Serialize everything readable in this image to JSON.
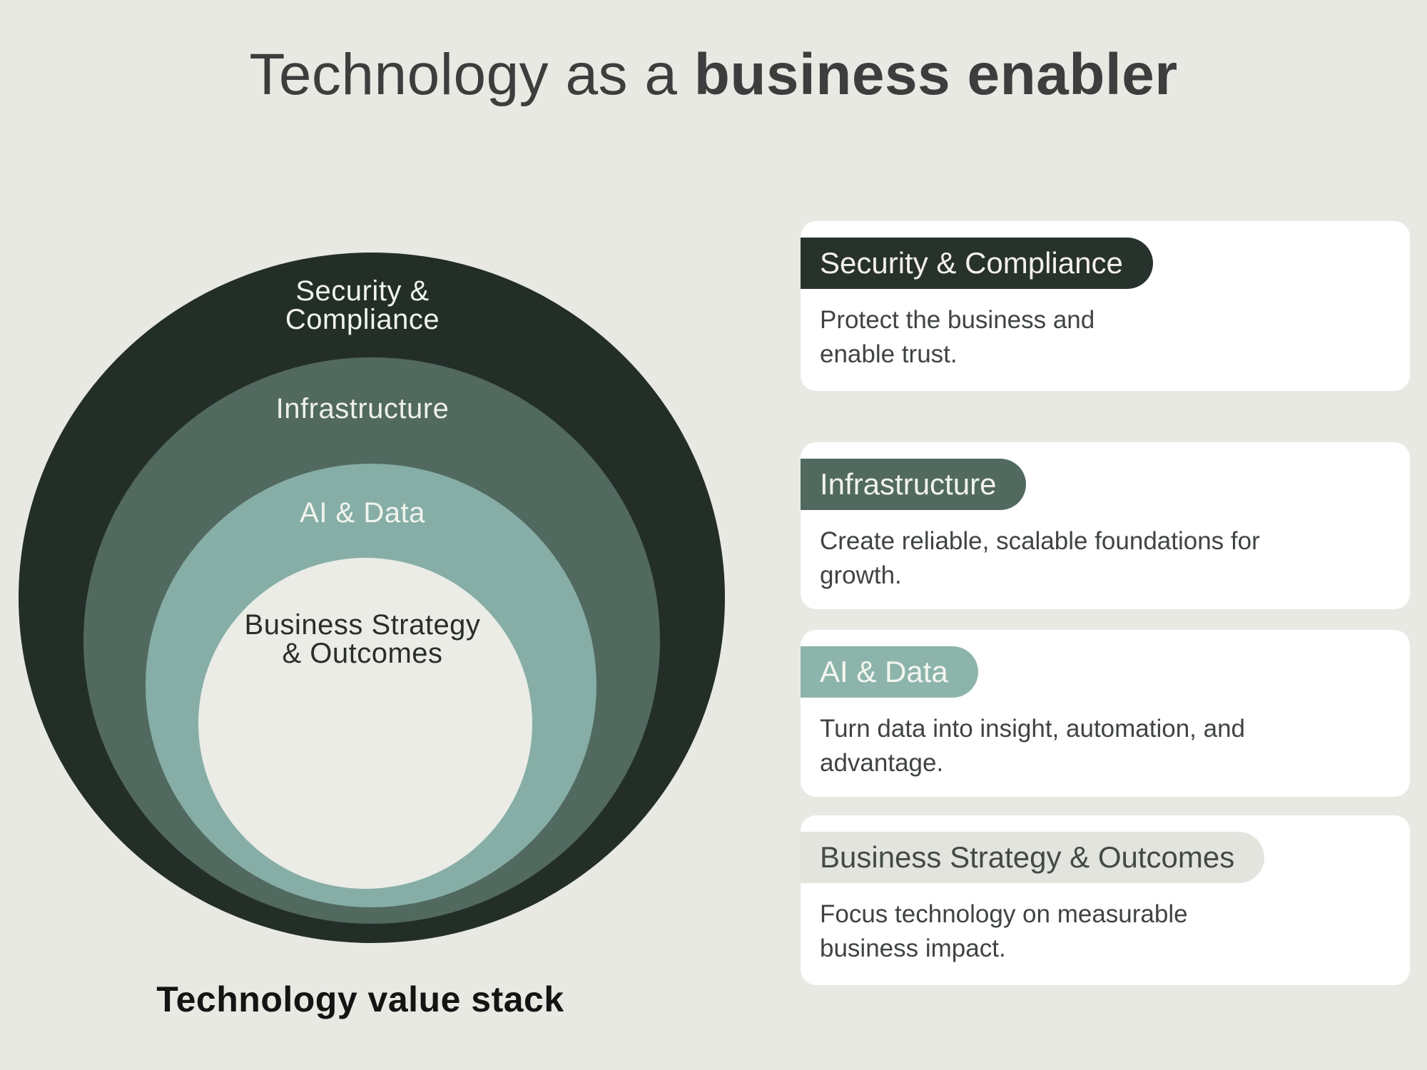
{
  "title": {
    "regular": "Technology as a ",
    "bold": "business enabler"
  },
  "diagram": {
    "caption": "Technology value stack",
    "rings": [
      {
        "label": "Security &\nCompliance",
        "color": "#242e28",
        "text_color": "#f1f3ed"
      },
      {
        "label": "Infrastructure",
        "color": "#51695f",
        "text_color": "#eef0ea"
      },
      {
        "label": "AI & Data",
        "color": "#86aea6",
        "text_color": "#f2f4ee"
      },
      {
        "label": "Business Strategy\n& Outcomes",
        "color": "#ebece6",
        "text_color": "#2a2e2b"
      }
    ]
  },
  "cards": [
    {
      "pill": "Security & Compliance",
      "pill_bg": "#27322c",
      "pill_fg": "#f4f1ea",
      "body": "Protect the business and\nenable trust."
    },
    {
      "pill": "Infrastructure",
      "pill_bg": "#51695f",
      "pill_fg": "#f1f3ed",
      "body": "Create reliable, scalable foundations for\ngrowth."
    },
    {
      "pill": "AI & Data",
      "pill_bg": "#8db4ab",
      "pill_fg": "#f4f6f0",
      "body": "Turn data into insight, automation, and\nadvantage."
    },
    {
      "pill": "Business Strategy & Outcomes",
      "pill_bg": "#e3e4de",
      "pill_fg": "#434a46",
      "body": "Focus technology on measurable\nbusiness impact."
    }
  ]
}
